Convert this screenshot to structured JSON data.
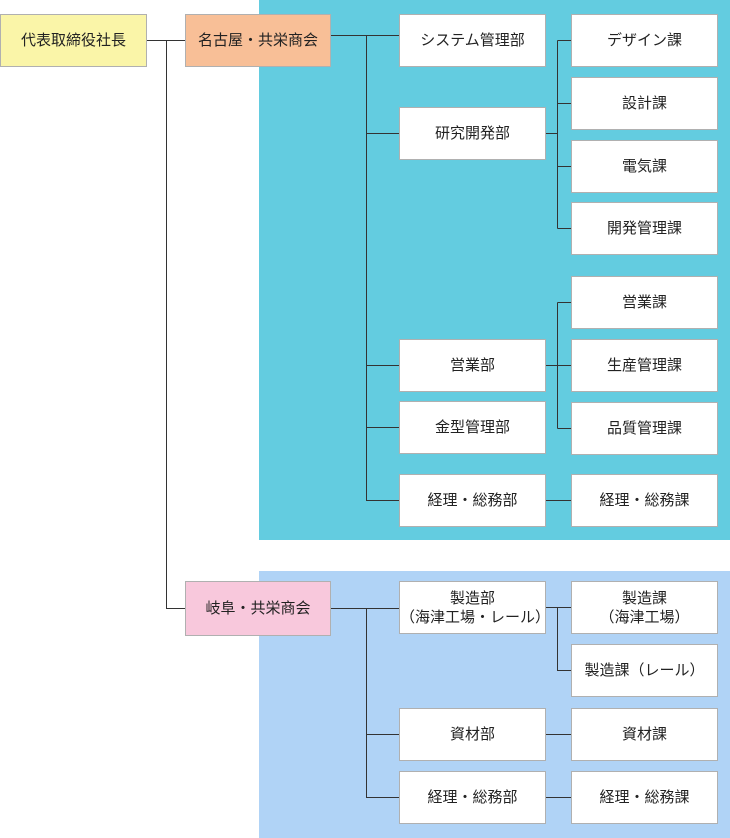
{
  "colors": {
    "ceo": "#faf5a8",
    "nagoya": "#f8bf97",
    "gifu": "#f8c8dc",
    "nagoya_bg": "#63cce0",
    "gifu_bg": "#b0d3f6",
    "line": "#333333"
  },
  "nodes": {
    "ceo": "代表取締役社長",
    "nagoya": "名古屋・共栄商会",
    "gifu": "岐阜・共栄商会",
    "system_dept": "システム管理部",
    "research_dept": "研究開発部",
    "design_sec": "デザイン課",
    "sekkei_sec": "設計課",
    "denki_sec": "電気課",
    "dev_mgmt_sec": "開発管理課",
    "sales_dept": "営業部",
    "sales_sec": "営業課",
    "prod_mgmt_sec": "生産管理課",
    "quality_sec": "品質管理課",
    "mold_dept": "金型管理部",
    "nagoya_admin_dept": "経理・総務部",
    "nagoya_admin_sec": "経理・総務課",
    "mfg_dept": "製造部\n（海津工場・レール）",
    "mfg_sec_kaizu": "製造課\n（海津工場）",
    "mfg_sec_rail": "製造課（レール）",
    "materials_dept": "資材部",
    "materials_sec": "資材課",
    "gifu_admin_dept": "経理・総務部",
    "gifu_admin_sec": "経理・総務課"
  }
}
